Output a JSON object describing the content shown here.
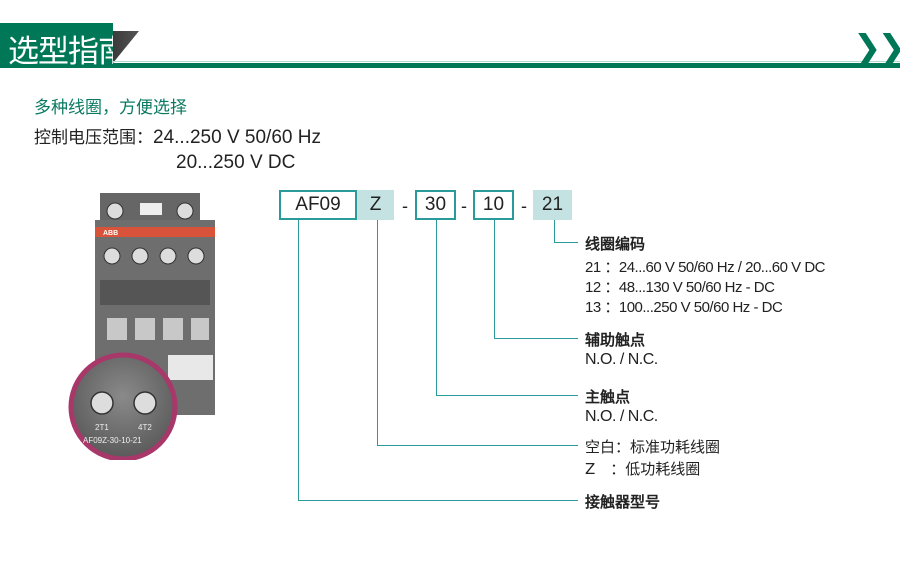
{
  "header": {
    "title": "选型指南",
    "chevron_icon": "double-chevron-right-icon",
    "accent": "#007857"
  },
  "intro": {
    "subtitle": "多种线圈，方便选择",
    "voltage_label": "控制电压范围：",
    "voltage_ac": "24...250 V 50/60 Hz",
    "voltage_dc": "20...250 V DC"
  },
  "code": {
    "parts": [
      "AF09",
      "Z",
      "30",
      "10",
      "21"
    ],
    "separator": "-"
  },
  "legend": {
    "coil": {
      "title": "线圈编码",
      "lines": [
        "21 ：24...60 V 50/60 Hz / 20...60 V DC",
        "12 ：48...130 V 50/60 Hz - DC",
        "13 ：100...250 V 50/60 Hz - DC"
      ]
    },
    "aux": {
      "title": "辅助触点",
      "value": "N.O. / N.C."
    },
    "main": {
      "title": "主触点",
      "value": "N.O. / N.C."
    },
    "coil_type": {
      "line1": "空白：标准功耗线圈",
      "line2": "Z　：低功耗线圈"
    },
    "model": {
      "title": "接触器型号"
    }
  },
  "product": {
    "brand": "ABB",
    "terminal_a": "2T1",
    "terminal_b": "4T2",
    "marking": "AF09Z-30-10-21"
  }
}
